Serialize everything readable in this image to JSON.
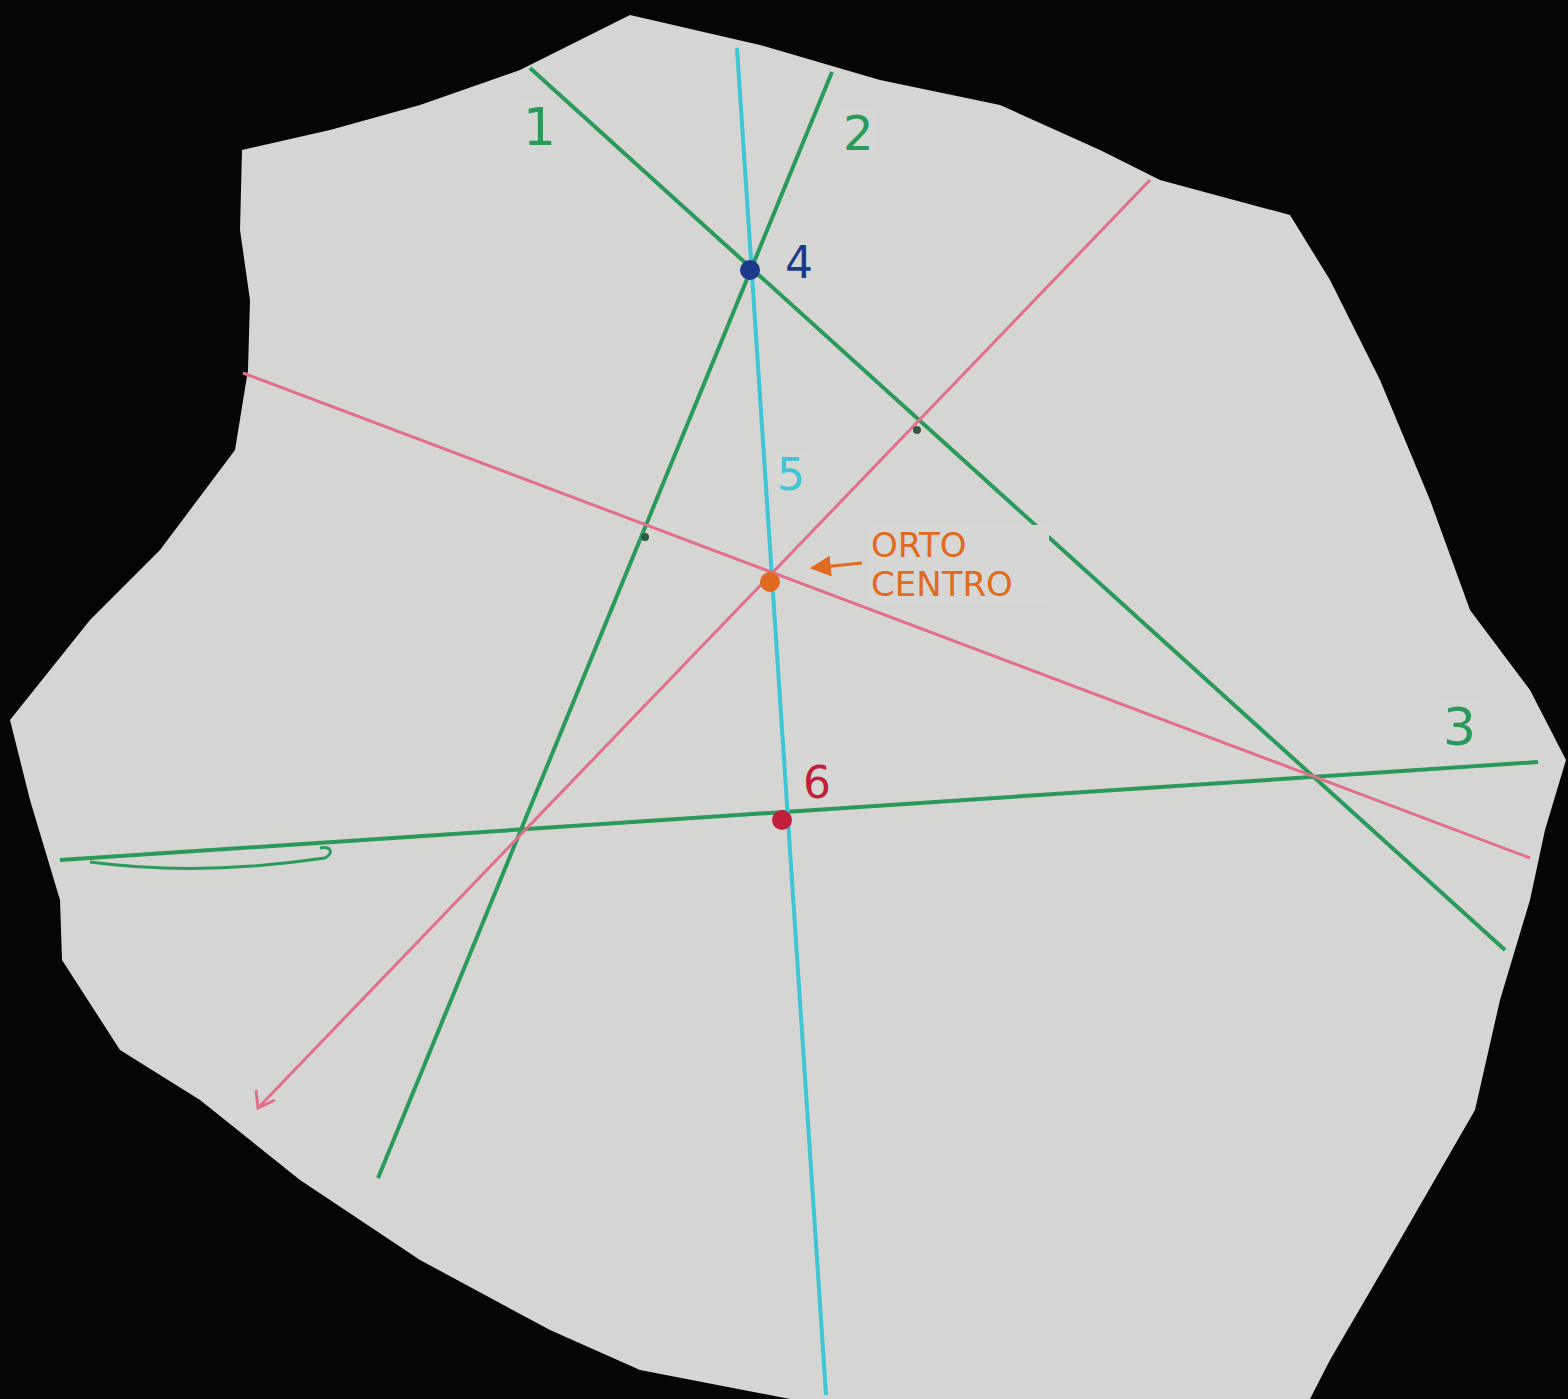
{
  "diagram": {
    "labels": [
      "1",
      "2",
      "3",
      "4",
      "5",
      "6",
      "ORTO CENTRO"
    ]
  }
}
